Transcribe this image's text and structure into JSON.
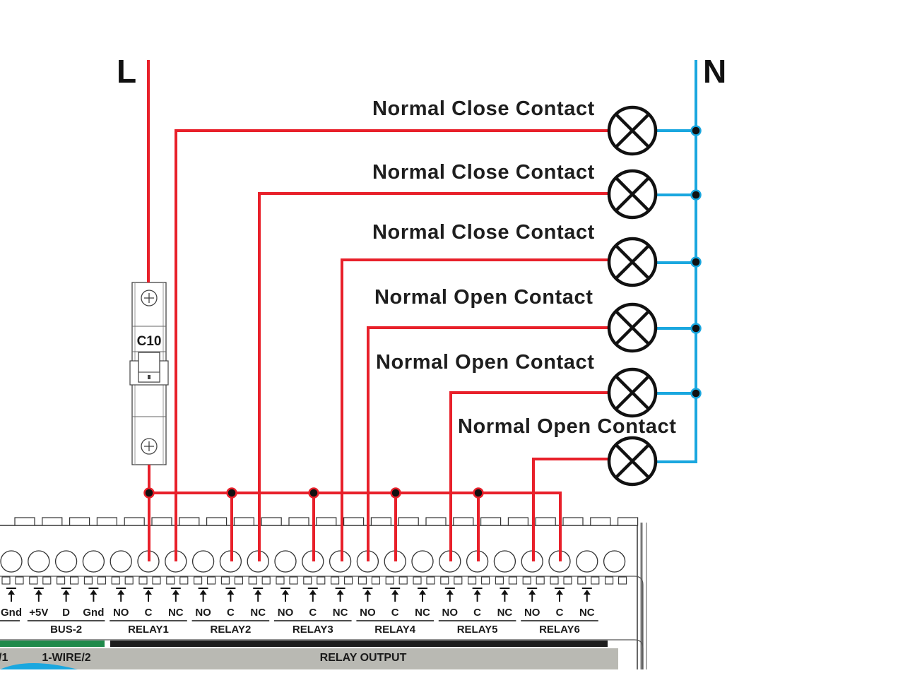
{
  "diagram": {
    "line_label": "L",
    "neutral_label": "N",
    "breaker_rating": "C10",
    "colors": {
      "live": "#e8202a",
      "neutral": "#1aa7df",
      "ink": "#111111"
    },
    "contacts": [
      {
        "label": "Normal Close Contact",
        "relay": "RELAY1",
        "terminal": "NC"
      },
      {
        "label": "Normal Close Contact",
        "relay": "RELAY2",
        "terminal": "NC"
      },
      {
        "label": "Normal Close Contact",
        "relay": "RELAY3",
        "terminal": "NC"
      },
      {
        "label": "Normal Open Contact",
        "relay": "RELAY4",
        "terminal": "NO"
      },
      {
        "label": "Normal Open Contact",
        "relay": "RELAY5",
        "terminal": "NO"
      },
      {
        "label": "Normal Open Contact",
        "relay": "RELAY6",
        "terminal": "NO"
      }
    ],
    "module": {
      "terminal_labels": [
        "Gnd",
        "+5V",
        "D",
        "Gnd",
        "NO",
        "C",
        "NC",
        "NO",
        "C",
        "NC",
        "NO",
        "C",
        "NC",
        "NO",
        "C",
        "NC",
        "NO",
        "C",
        "NC",
        "NO",
        "C",
        "NC"
      ],
      "groups": [
        "BUS-2",
        "RELAY1",
        "RELAY2",
        "RELAY3",
        "RELAY4",
        "RELAY5",
        "RELAY6"
      ],
      "bottom_labels": {
        "partial_left": "/1",
        "one_wire": "1-WIRE/2",
        "relay_output": "RELAY OUTPUT"
      }
    }
  }
}
